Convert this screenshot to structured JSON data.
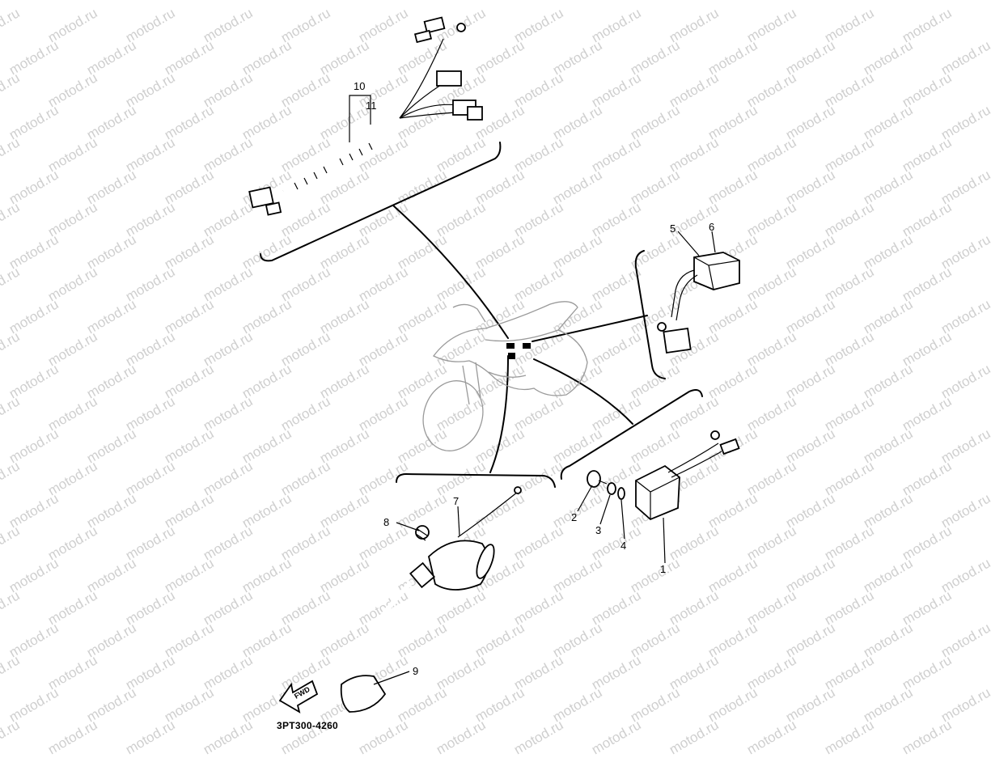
{
  "watermark": {
    "text": "motod.ru",
    "color": "#cfcfcf"
  },
  "diagram_code": "3PT300-4260",
  "front_marker": "FWD",
  "callouts": {
    "c1": "1",
    "c2": "2",
    "c3": "3",
    "c4": "4",
    "c5": "5",
    "c6": "6",
    "c7": "7",
    "c8": "8",
    "c9": "9",
    "c10": "10",
    "c11": "11"
  }
}
